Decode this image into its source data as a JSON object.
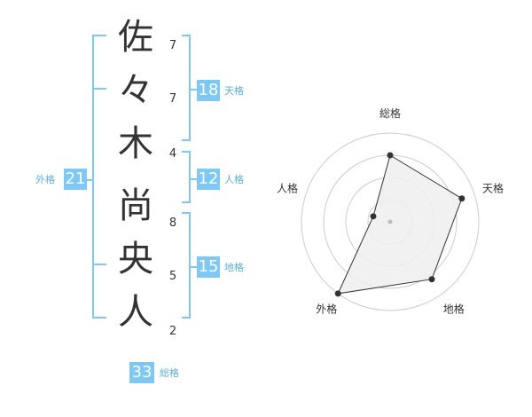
{
  "name": {
    "chars": [
      {
        "char": "佐",
        "strokes": "7"
      },
      {
        "char": "々",
        "strokes": "7"
      },
      {
        "char": "木",
        "strokes": "4"
      },
      {
        "char": "尚",
        "strokes": "8"
      },
      {
        "char": "央",
        "strokes": "5"
      },
      {
        "char": "人",
        "strokes": "2"
      }
    ]
  },
  "fortune": {
    "tenkaku": {
      "label": "天格",
      "value": "18"
    },
    "jinkaku": {
      "label": "人格",
      "value": "12"
    },
    "chikaku": {
      "label": "地格",
      "value": "15"
    },
    "gaikaku": {
      "label": "外格",
      "value": "21"
    },
    "soukaku": {
      "label": "総格",
      "value": "33"
    }
  },
  "colors": {
    "accent": "#7ec8f5",
    "label": "#5aaee0",
    "text": "#333333",
    "grid": "#cccccc",
    "fill": "#eeeeee"
  },
  "chart_data": {
    "type": "radar",
    "axes": [
      "総格",
      "天格",
      "地格",
      "外格",
      "人格"
    ],
    "values": [
      0.75,
      0.85,
      0.8,
      1.0,
      0.2
    ],
    "rings": 4
  }
}
